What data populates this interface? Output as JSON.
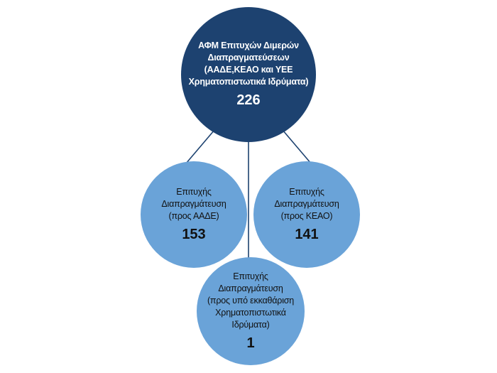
{
  "root": {
    "lines": [
      "ΑΦΜ Επιτυχών Διμερών",
      "Διαπραγματεύσεων",
      "(ΑΑΔΕ,ΚΕΑΟ και ΥΕΕ",
      "Χρηματοπιστωτικά Ιδρύματα)"
    ],
    "value": "226"
  },
  "left": {
    "lines": [
      "Επιτυχής",
      "Διαπραγμάτευση",
      "(προς ΑΑΔΕ)"
    ],
    "value": "153"
  },
  "right": {
    "lines": [
      "Επιτυχής",
      "Διαπραγμάτευση",
      "(προς ΚΕΑΟ)"
    ],
    "value": "141"
  },
  "bottom": {
    "lines": [
      "Επιτυχής",
      "Διαπραγμάτευση",
      "(προς υπό εκκαθάριση",
      "Χρηματοπιστωτικά",
      "Ιδρύματα)"
    ],
    "value": "1"
  },
  "colors": {
    "root_fill": "#1d4270",
    "child_fill": "#6aa3d8",
    "connector": "#1d4270"
  }
}
